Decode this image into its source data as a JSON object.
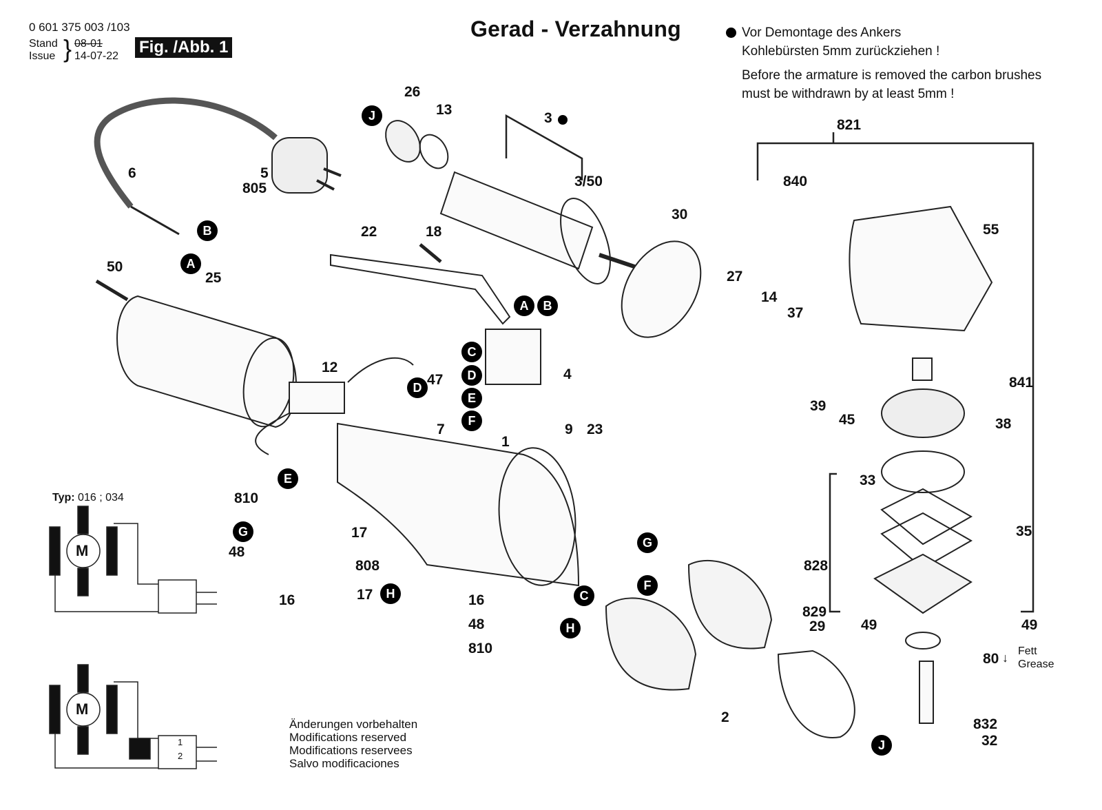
{
  "header": {
    "part_number": "0 601 375 003 /103",
    "stand_label": "Stand",
    "issue_label": "Issue",
    "stand_value_struck": "08-01",
    "issue_value": "14-07-22",
    "figure_label": "Fig. /Abb. 1",
    "title": "Gerad - Verzahnung"
  },
  "note": {
    "de_line1": "Vor Demontage des Ankers",
    "de_line2": "Kohlebürsten 5mm zurückziehen !",
    "en_line1": "Before the armature is removed the carbon brushes",
    "en_line2": "must be withdrawn by at least 5mm !"
  },
  "callouts": [
    {
      "id": "c26",
      "text": "26"
    },
    {
      "id": "c13",
      "text": "13"
    },
    {
      "id": "c3",
      "text": "3"
    },
    {
      "id": "c350",
      "text": "3/50"
    },
    {
      "id": "c6",
      "text": "6"
    },
    {
      "id": "c5",
      "text": "5"
    },
    {
      "id": "c805",
      "text": "805"
    },
    {
      "id": "c22",
      "text": "22"
    },
    {
      "id": "c18",
      "text": "18"
    },
    {
      "id": "c30",
      "text": "30"
    },
    {
      "id": "c821",
      "text": "821"
    },
    {
      "id": "c840",
      "text": "840"
    },
    {
      "id": "c55",
      "text": "55"
    },
    {
      "id": "c50",
      "text": "50"
    },
    {
      "id": "c25",
      "text": "25"
    },
    {
      "id": "c27",
      "text": "27"
    },
    {
      "id": "c14",
      "text": "14"
    },
    {
      "id": "c37",
      "text": "37"
    },
    {
      "id": "c4",
      "text": "4"
    },
    {
      "id": "c12",
      "text": "12"
    },
    {
      "id": "c47",
      "text": "47"
    },
    {
      "id": "c7",
      "text": "7"
    },
    {
      "id": "c39",
      "text": "39"
    },
    {
      "id": "c45",
      "text": "45"
    },
    {
      "id": "c841",
      "text": "841"
    },
    {
      "id": "c38",
      "text": "38"
    },
    {
      "id": "c9",
      "text": "9"
    },
    {
      "id": "c23",
      "text": "23"
    },
    {
      "id": "c1",
      "text": "1"
    },
    {
      "id": "c33",
      "text": "33"
    },
    {
      "id": "c810a",
      "text": "810"
    },
    {
      "id": "c17a",
      "text": "17"
    },
    {
      "id": "c48a",
      "text": "48"
    },
    {
      "id": "c35",
      "text": "35"
    },
    {
      "id": "c808",
      "text": "808"
    },
    {
      "id": "c828",
      "text": "828"
    },
    {
      "id": "c16a",
      "text": "16"
    },
    {
      "id": "c17b",
      "text": "17"
    },
    {
      "id": "c16b",
      "text": "16"
    },
    {
      "id": "c48b",
      "text": "48"
    },
    {
      "id": "c810b",
      "text": "810"
    },
    {
      "id": "c829",
      "text": "829"
    },
    {
      "id": "c29",
      "text": "29"
    },
    {
      "id": "c49a",
      "text": "49"
    },
    {
      "id": "c49b",
      "text": "49"
    },
    {
      "id": "c80",
      "text": "80"
    },
    {
      "id": "c2",
      "text": "2"
    },
    {
      "id": "c832",
      "text": "832"
    },
    {
      "id": "c32",
      "text": "32"
    }
  ],
  "markers": {
    "J": "J",
    "B": "B",
    "A": "A",
    "C": "C",
    "D": "D",
    "E": "E",
    "F": "F",
    "G": "G",
    "H": "H"
  },
  "grease": {
    "de": "Fett",
    "en": "Grease"
  },
  "wiring": {
    "type_label": "Typ:",
    "type_value": "016 ; 034",
    "motor_symbol": "M",
    "switch_pos_1": "1",
    "switch_pos_2": "2"
  },
  "footer": {
    "line1": "Änderungen vorbehalten",
    "line2": "Modifications reserved",
    "line3": "Modifications reservees",
    "line4": "Salvo modificaciones"
  }
}
